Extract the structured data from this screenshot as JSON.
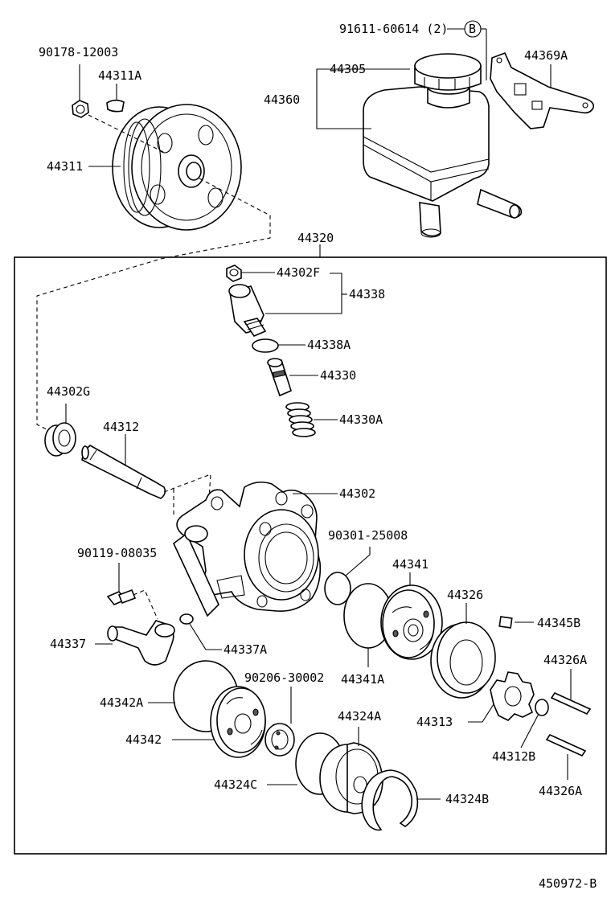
{
  "diagram": {
    "drawing_number": "450972-B",
    "labels": {
      "p90178_12003": "90178-12003",
      "p44311A": "44311A",
      "p44311": "44311",
      "p91611_60614": "91611-60614 (2)",
      "ref_B": "B",
      "p44369A": "44369A",
      "p44305": "44305",
      "p44360": "44360",
      "p44320": "44320",
      "p44302F": "44302F",
      "p44338": "44338",
      "p44338A": "44338A",
      "p44330": "44330",
      "p44330A": "44330A",
      "p44302G": "44302G",
      "p44312": "44312",
      "p44302": "44302",
      "p90301_25008": "90301-25008",
      "p90119_08035": "90119-08035",
      "p44341": "44341",
      "p44326": "44326",
      "p44345B": "44345B",
      "p44337": "44337",
      "p44337A": "44337A",
      "p44341A": "44341A",
      "p44326A_top": "44326A",
      "p90206_30002": "90206-30002",
      "p44342A": "44342A",
      "p44313": "44313",
      "p44342": "44342",
      "p44324A": "44324A",
      "p44312B": "44312B",
      "p44324C": "44324C",
      "p44324B": "44324B",
      "p44326A_bottom": "44326A"
    }
  }
}
